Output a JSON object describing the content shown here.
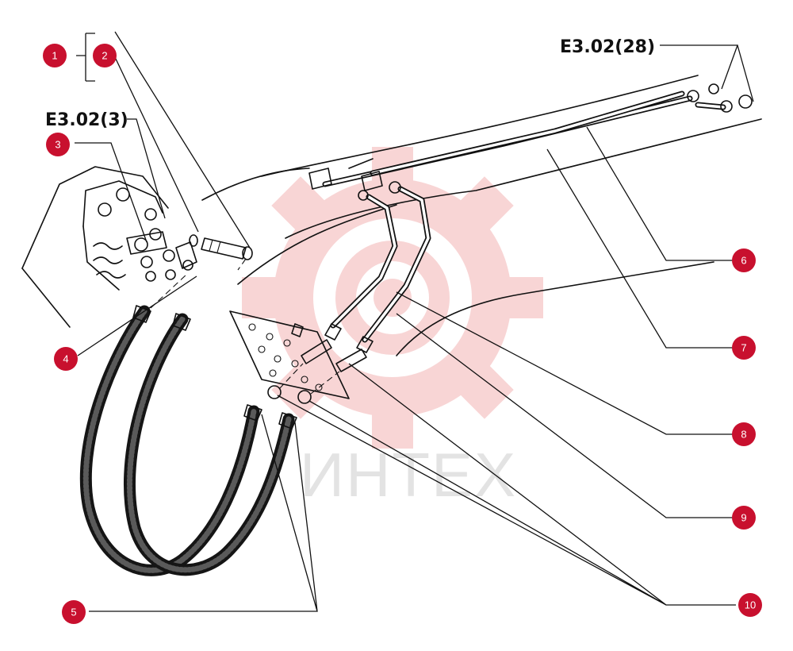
{
  "watermark": {
    "text": "ИНТЕХ",
    "color": "#f6c8c8"
  },
  "reference_labels": [
    {
      "id": "ref-e302-3",
      "text": "E3.02(3)"
    },
    {
      "id": "ref-e302-28",
      "text": "E3.02(28)"
    }
  ],
  "callouts": [
    {
      "number": "1"
    },
    {
      "number": "2"
    },
    {
      "number": "3"
    },
    {
      "number": "4"
    },
    {
      "number": "5"
    },
    {
      "number": "6"
    },
    {
      "number": "7"
    },
    {
      "number": "8"
    },
    {
      "number": "9"
    },
    {
      "number": "10"
    }
  ],
  "colors": {
    "callout": "#c8102e",
    "callout_text": "#ffffff",
    "line": "#111111"
  }
}
